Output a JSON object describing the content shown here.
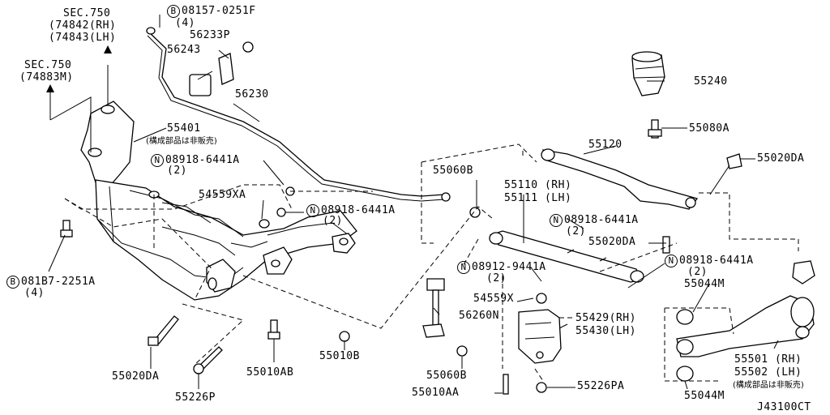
{
  "sections": {
    "sec750_a": {
      "title": "SEC.750",
      "rh": "(74842(RH)",
      "lh": "(74843(LH)"
    },
    "sec750_b": {
      "title": "SEC.750",
      "sub": "(74883M)"
    }
  },
  "labels": {
    "p08157_0251F": {
      "prefix": "B",
      "text": "08157-0251F",
      "qty": "(4)"
    },
    "p56233P": "56233P",
    "p56243": "56243",
    "p56230": "56230",
    "p55401": "55401",
    "p55401_note": "(構成部品は非販売)",
    "p08918_6441A_1": {
      "prefix": "N",
      "text": "08918-6441A",
      "qty": "(2)"
    },
    "p54559XA": "54559XA",
    "p08918_6441A_2": {
      "prefix": "N",
      "text": "08918-6441A",
      "qty": "(2)"
    },
    "p081B7_2251A": {
      "prefix": "B",
      "text": "081B7-2251A",
      "qty": "(4)"
    },
    "p55020DA_left": "55020DA",
    "p55226P": "55226P",
    "p55010AB": "55010AB",
    "p55010B": "55010B",
    "p55060B_top": "55060B",
    "p55110": "55110 (RH)",
    "p55111": "55111 (LH)",
    "p08918_6441A_3": {
      "prefix": "N",
      "text": "08918-6441A",
      "qty": "(2)"
    },
    "p55020DA_mid": "55020DA",
    "p08912_9441A": {
      "prefix": "N",
      "text": "08912-9441A",
      "qty": "(2)"
    },
    "p54559X": "54559X",
    "p56260N": "56260N",
    "p55429": "55429(RH)",
    "p55430": "55430(LH)",
    "p55060B_bot": "55060B",
    "p55010AA": "55010AA",
    "p55226PA": "55226PA",
    "p55120": "55120",
    "p55240": "55240",
    "p55080A": "55080A",
    "p55020DA_right": "55020DA",
    "p08918_6441A_4": {
      "prefix": "N",
      "text": "08918-6441A",
      "qty": "(2)"
    },
    "p55044M_top": "55044M",
    "p55044M_bot": "55044M",
    "p55501": "55501 (RH)",
    "p55502": "55502 (LH)",
    "p55501_note": "(構成部品は非販売)",
    "catalog_id": "J43100CT"
  }
}
